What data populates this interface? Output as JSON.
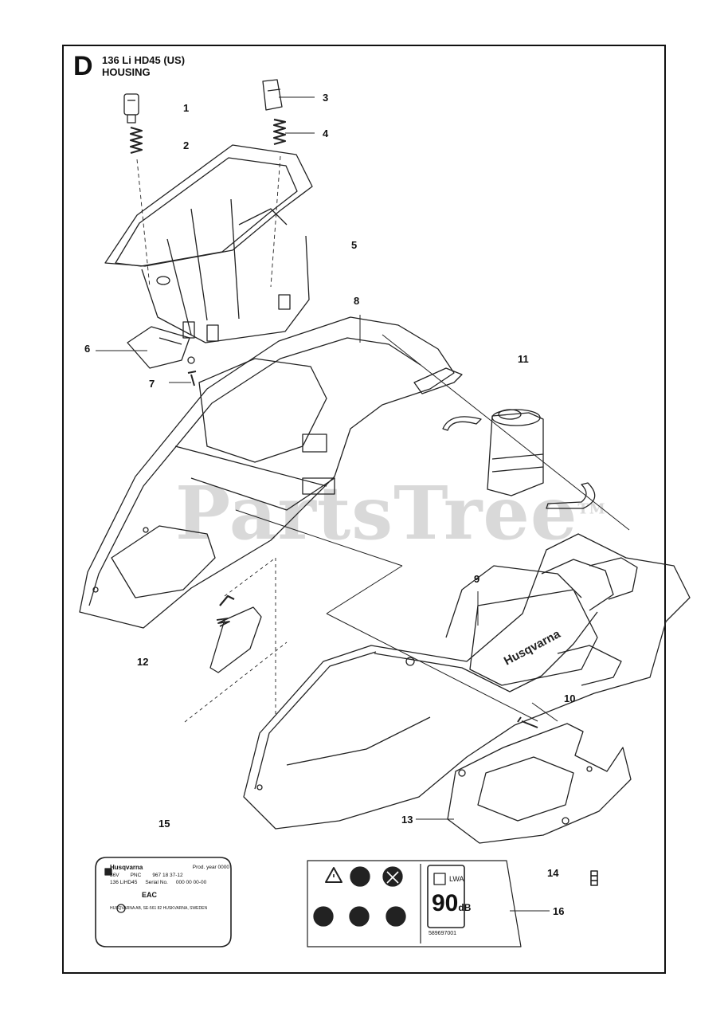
{
  "section": {
    "letter": "D",
    "model": "136 Li HD45 (US)",
    "title": "HOUSING"
  },
  "watermark": "PartsTree",
  "watermark_tm": "TM",
  "callouts": [
    "1",
    "2",
    "3",
    "4",
    "5",
    "6",
    "7",
    "8",
    "9",
    "10",
    "11",
    "12",
    "13",
    "14",
    "15",
    "16"
  ],
  "rating_label": {
    "brand": "Husqvarna",
    "prod_year": "Prod. year 0000",
    "voltage": "36V",
    "pnc_label": "PNC",
    "pnc_value": "967 18 37-12",
    "model": "136 LiHD45",
    "serial_label": "Serial No.",
    "serial_value": "000 00 00-00",
    "manufacturer": "HUSQVARNA AB, SE-561 82 HUSKVARNA, SWEDEN",
    "eac": "EAC"
  },
  "sound_decal": {
    "lwa": "LWA",
    "value": "90",
    "unit": "dB",
    "part_no": "589697001"
  },
  "brand_on_housing": "Husqvarna"
}
